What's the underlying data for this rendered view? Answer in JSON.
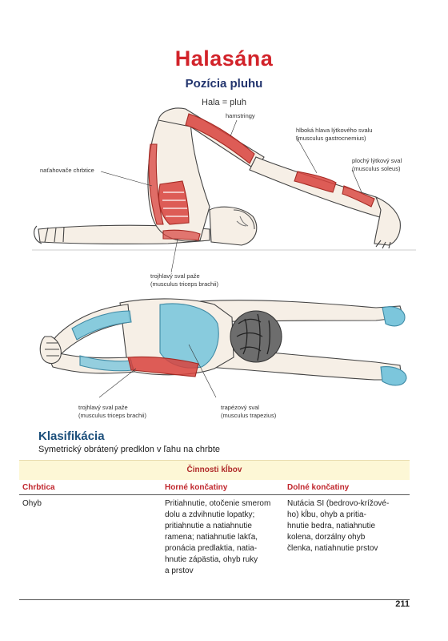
{
  "title": "Halasána",
  "subtitle": "Pozícia pluhu",
  "gloss": "Hala = pluh",
  "labels": {
    "hamstringy": "hamstringy",
    "gastro_1": "hlboká hlava lýtkového svalu",
    "gastro_2": "(musculus gastrocnemius)",
    "soleus_1": "plochý lýtkový sval",
    "soleus_2": "(musculus soleus)",
    "erector": "naťahovače chrbtice",
    "triceps_top_1": "trojhlavý sval paže",
    "triceps_top_2": "(musculus triceps brachii)",
    "triceps_bot_1": "trojhlavý sval paže",
    "triceps_bot_2": "(musculus triceps brachii)",
    "trapezius_1": "trapézový sval",
    "trapezius_2": "(musculus trapezius)"
  },
  "classification": {
    "heading": "Klasifikácia",
    "text": "Symetrický obrátený predklon v ľahu na chrbte"
  },
  "table": {
    "header": "Činnosti kĺbov",
    "columns": [
      "Chrbtica",
      "Horné končatiny",
      "Dolné končatiny"
    ],
    "row": {
      "c1": [
        "Ohyb"
      ],
      "c2": [
        "Pritiahnutie, otočenie smerom",
        "dolu a zdvihnutie lopatky;",
        "pritiahnutie a natiahnutie",
        "ramena; natiahnutie lakťa,",
        "pronácia predlaktia, natia-",
        "hnutie zápästia, ohyb ruky",
        "a prstov"
      ],
      "c3": [
        "Nutácia SI (bedrovo-krížové-",
        "ho) kĺbu, ohyb a pritia-",
        "hnutie bedra, natiahnutie",
        "kolena, dorzálny ohyb",
        "členka, natiahnutie prstov"
      ]
    }
  },
  "page_number": "211",
  "colors": {
    "title": "#d2232a",
    "subtitle": "#23356e",
    "section": "#1c4f7b",
    "muscle_red": "#d8423c",
    "muscle_blue": "#7cc6dc",
    "table_bg": "#fdf7d6"
  }
}
